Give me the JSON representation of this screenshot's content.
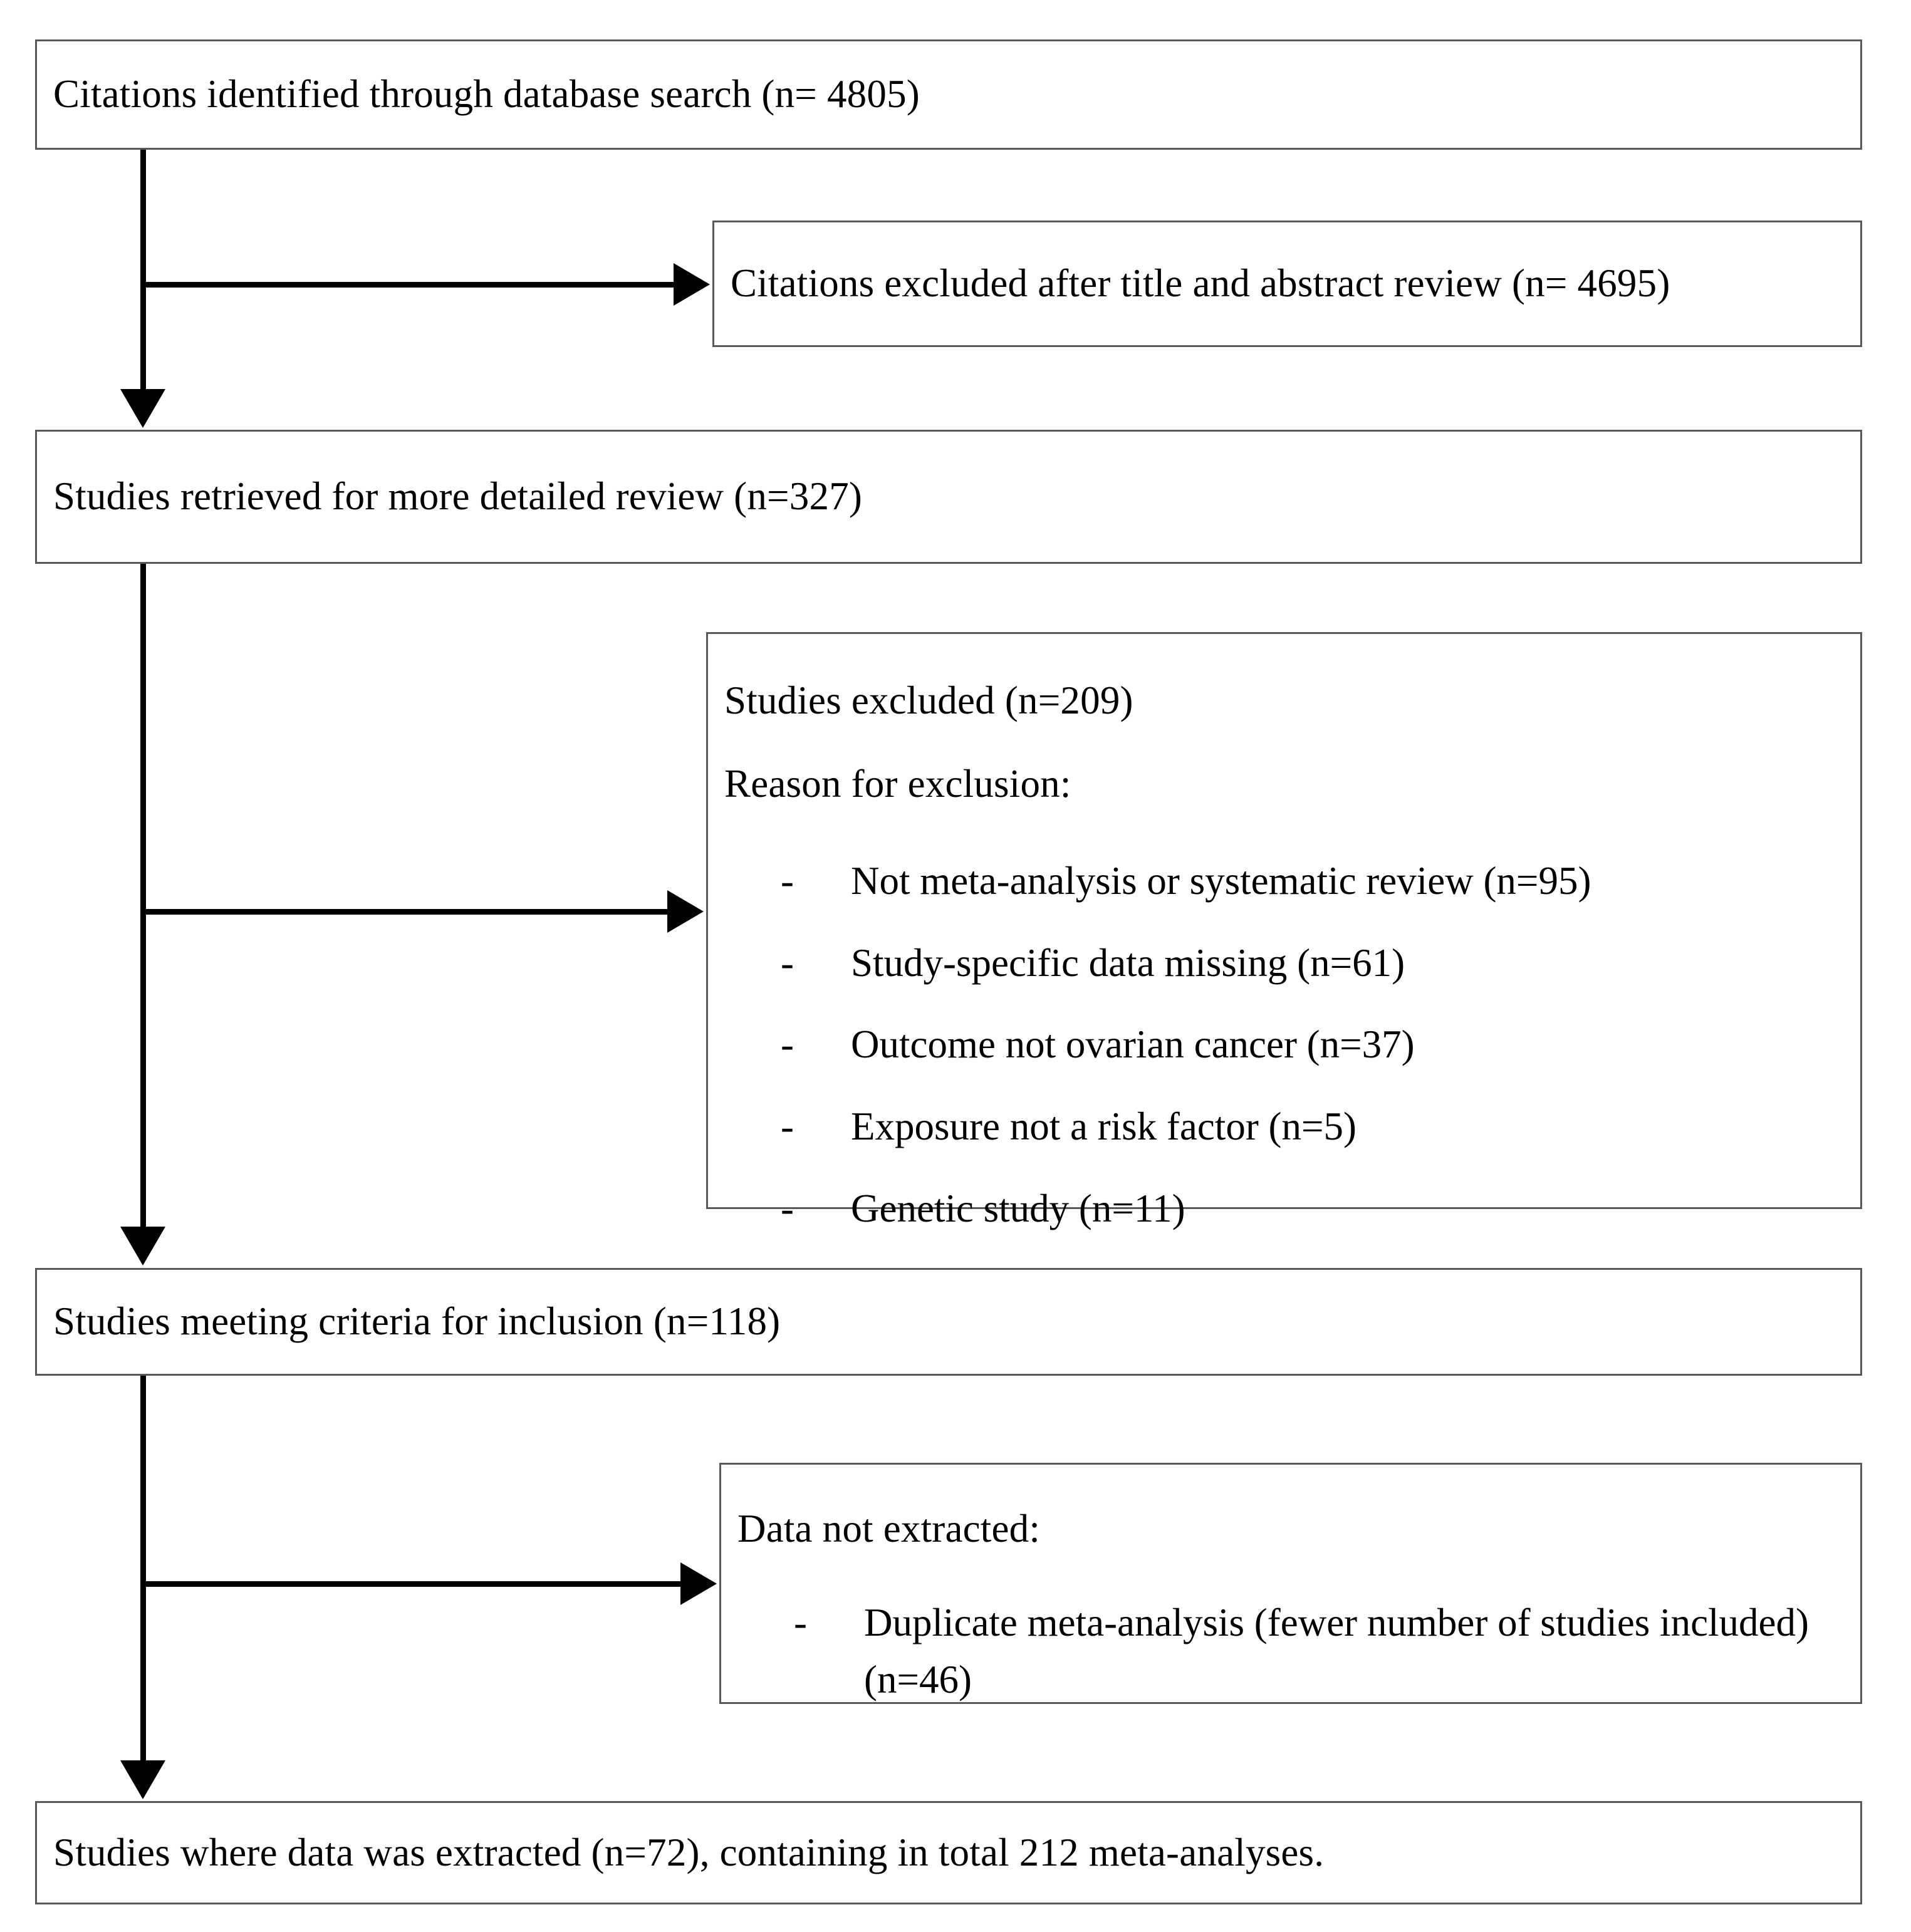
{
  "diagram": {
    "type": "prisma-flow-chart",
    "title": "Study selection flow diagram",
    "accent_color": "#000000",
    "box_border_color": "#595959",
    "background_color": "#ffffff",
    "nodes": {
      "identified": {
        "label": "Citations identified through database search (n= 4805)",
        "count": 4805
      },
      "excluded_title_abstract": {
        "label": "Citations excluded after title and abstract review (n= 4695)",
        "count": 4695
      },
      "retrieved": {
        "label": "Studies retrieved for more detailed review (n=327)",
        "count": 327
      },
      "studies_excluded": {
        "heading": "Studies excluded (n=209)",
        "count": 209,
        "reason_heading": "Reason for exclusion:",
        "reasons": [
          {
            "bullet": "-",
            "text": "Not meta-analysis or systematic review (n=95)",
            "count": 95
          },
          {
            "bullet": "-",
            "text": "Study-specific data missing (n=61)",
            "count": 61
          },
          {
            "bullet": "-",
            "text": "Outcome not ovarian cancer (n=37)",
            "count": 37
          },
          {
            "bullet": "-",
            "text": "Exposure not a risk factor (n=5)",
            "count": 5
          },
          {
            "bullet": "-",
            "text": "Genetic study (n=11)",
            "count": 11
          }
        ]
      },
      "meeting_criteria": {
        "label": "Studies meeting criteria for inclusion (n=118)",
        "count": 118
      },
      "data_not_extracted": {
        "heading": "Data not extracted:",
        "reasons": [
          {
            "bullet": "-",
            "text": "Duplicate meta-analysis (fewer number of studies included) (n=46)",
            "count": 46
          }
        ]
      },
      "data_extracted": {
        "label": "Studies where data was extracted (n=72), containing in total 212 meta-analyses.",
        "count": 72,
        "meta_analyses": 212
      }
    }
  }
}
